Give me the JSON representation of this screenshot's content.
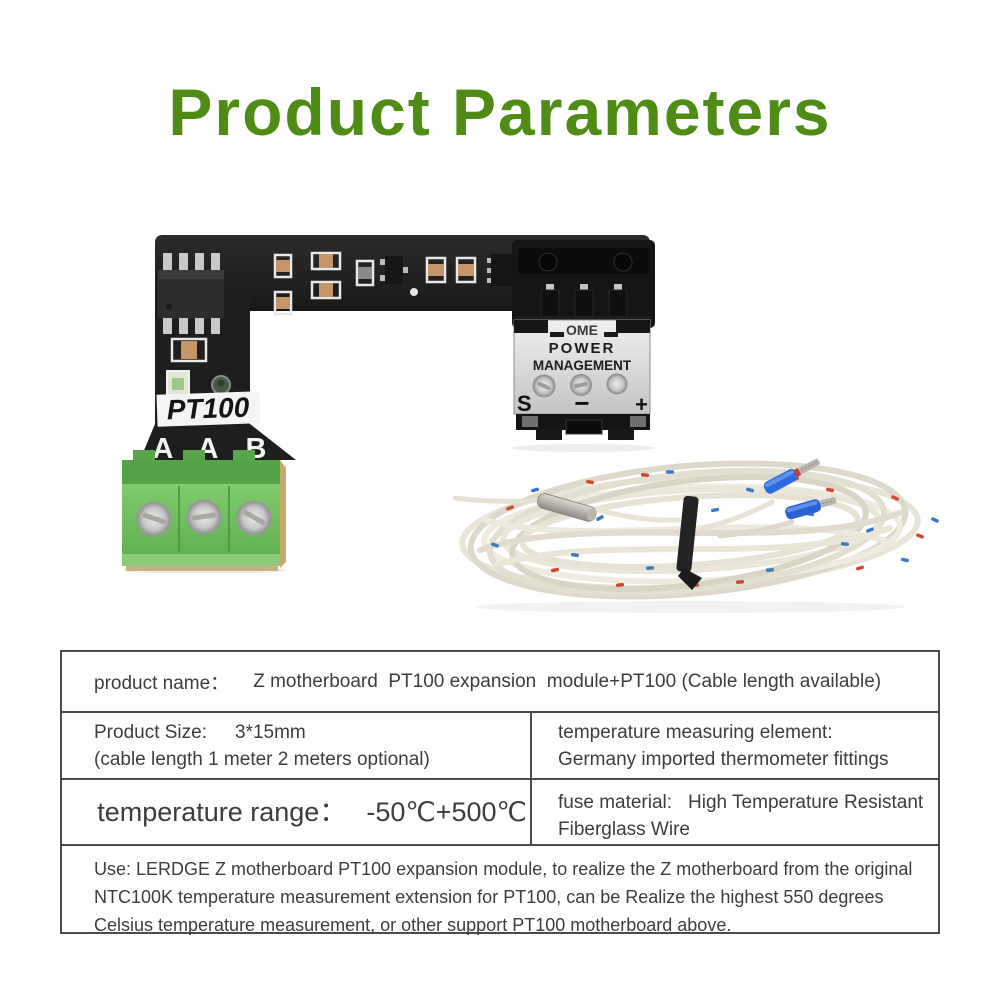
{
  "page": {
    "title": "Product Parameters",
    "title_color": "#4f8c15",
    "background_color": "#ffffff"
  },
  "pcb_module": {
    "silkscreen_label": "PT100",
    "terminal_pin_labels": [
      "A",
      "A",
      "B"
    ],
    "power_label_top": "OME",
    "power_label_line1": "POWER",
    "power_label_line2": "MANAGEMENT",
    "power_terminal_left": "S",
    "power_terminal_middle": "−",
    "power_terminal_right": "+",
    "board_color": "#1e1e1e",
    "terminal_block_color": "#6fbd5e",
    "silver_label_color": "#e2e2e2"
  },
  "cable": {
    "sheath_color": "#e9e6da",
    "speckle_colors": [
      "#cf4a30",
      "#3a7cc4"
    ],
    "ferrule_color": "#2f6be0",
    "tie_color": "#232323",
    "probe_color": "#b9b7ae"
  },
  "spec_table": {
    "border_color": "#4b4b4b",
    "text_color": "#3d3d3d",
    "product_name": {
      "label": "product name：",
      "value": "Z motherboard  PT100 expansion  module+PT100 (Cable length available)"
    },
    "product_size": {
      "label": "Product Size:",
      "value": "3*15mm",
      "note": "(cable length 1 meter 2 meters optional)"
    },
    "measuring_element": {
      "label": "temperature measuring element:",
      "value": "Germany imported thermometer fittings"
    },
    "temperature_range": {
      "label": "temperature range：",
      "value": "-50℃+500℃"
    },
    "fuse_material": {
      "label": "fuse material:",
      "value": "High Temperature Resistant Fiberglass Wire"
    },
    "use_note_lines": [
      "Use: LERDGE Z motherboard PT100 expansion module, to realize the Z motherboard from the original",
      "NTC100K temperature measurement extension for PT100, can be Realize the highest 550 degrees",
      "Celsius temperature measurement, or other support PT100 motherboard above."
    ]
  }
}
